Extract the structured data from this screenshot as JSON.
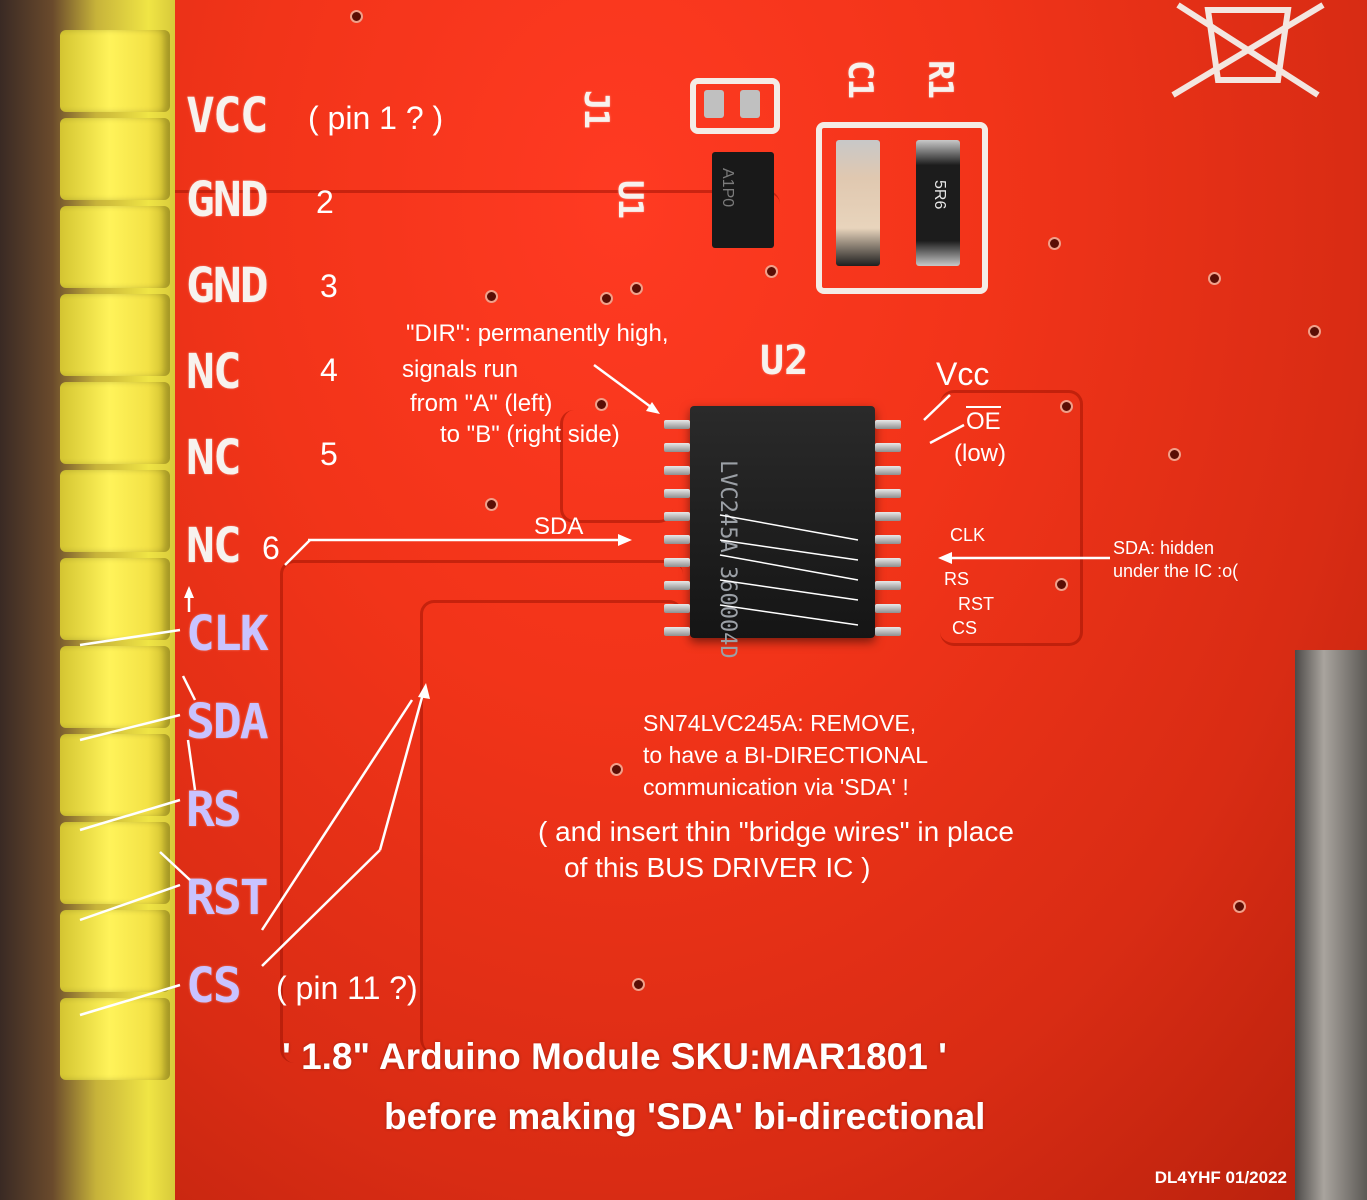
{
  "pin_labels": {
    "vcc": "VCC",
    "gnd1": "GND",
    "gnd2": "GND",
    "nc1": "NC",
    "nc2": "NC",
    "nc3": "NC",
    "clk": "CLK",
    "sda": "SDA",
    "rs": "RS",
    "rst": "RST",
    "cs": "CS"
  },
  "pin_notes": {
    "vcc": "( pin 1 ? )",
    "gnd1": "2",
    "gnd2": "3",
    "nc1": "4",
    "nc2": "5",
    "nc3": "6",
    "cs": "( pin 11 ?)"
  },
  "board_labels": {
    "j1": "J1",
    "c1": "C1",
    "r1": "R1",
    "u1": "U1",
    "u2": "U2",
    "u1_marking": "A1P0",
    "r1_marking": "5R6"
  },
  "chip_marking": "LVC245A 360004D",
  "annotations": {
    "dir_line1": "\"DIR\": permanently high,",
    "dir_line2": "signals run",
    "dir_line3": "from \"A\" (left)",
    "dir_line4": "to \"B\" (right side)",
    "vcc": "Vcc",
    "oe": "OE",
    "oe_low": "(low)",
    "sda_in": "SDA",
    "clk_out": "CLK",
    "rs_out": "RS",
    "rst_out": "RST",
    "cs_out": "CS",
    "sda_hidden_1": "SDA: hidden",
    "sda_hidden_2": "under the IC :o(",
    "remove_1": "SN74LVC245A: REMOVE,",
    "remove_2": "to have a BI-DIRECTIONAL",
    "remove_3": "communication via 'SDA' !",
    "bridge_1": "( and insert thin \"bridge wires\" in place",
    "bridge_2": "of this BUS DRIVER IC )"
  },
  "caption": {
    "line1": "' 1.8\" Arduino Module SKU:MAR1801 '",
    "line2": "before making 'SDA' bi-directional"
  },
  "credit": "DL4YHF 01/2022",
  "colors": {
    "pcb": "#e8341f",
    "silkscreen": "#f7f2ee",
    "header": "#f0e545",
    "annotation": "#ffffff"
  }
}
